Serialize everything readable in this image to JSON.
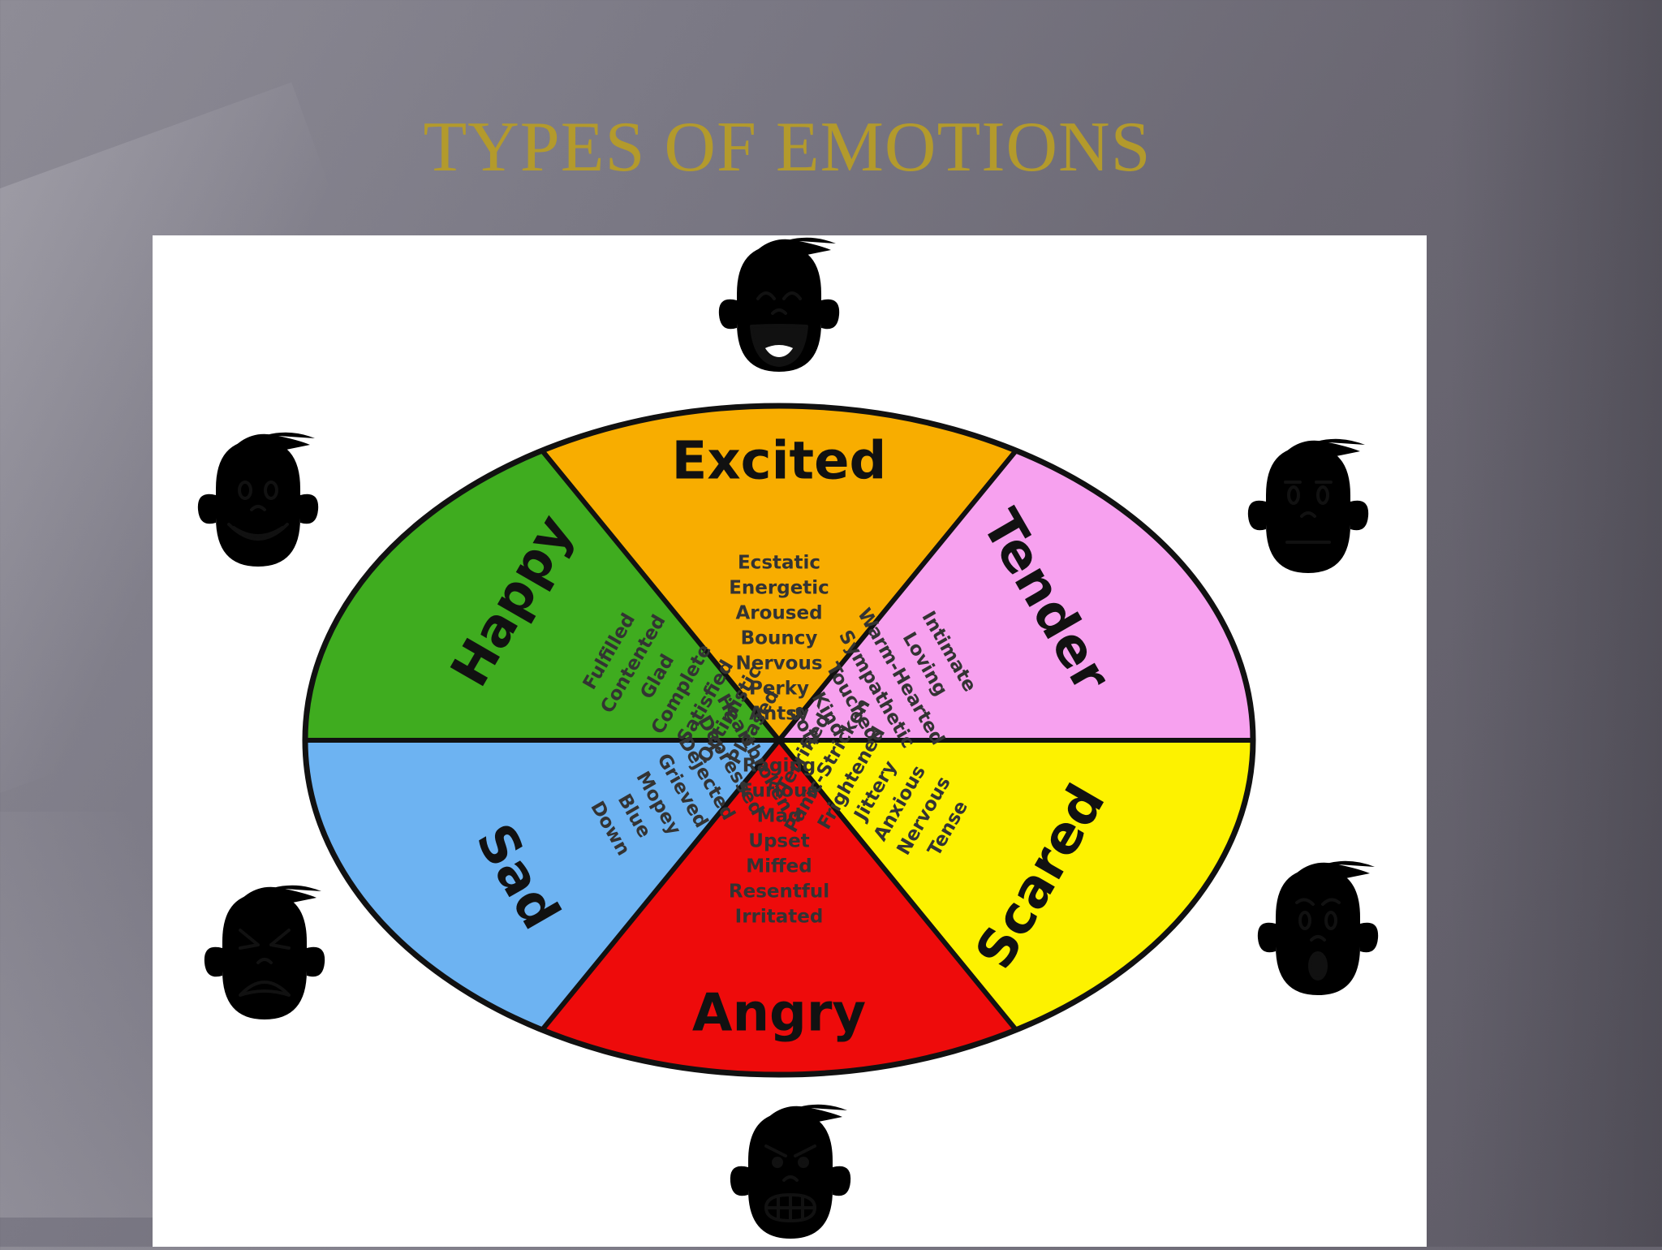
{
  "title": "TYPES OF EMOTIONS",
  "wheel": [
    {
      "name": "Excited",
      "color": "#f8ad00",
      "words": [
        "Ecstatic",
        "Energetic",
        "Aroused",
        "Bouncy",
        "Nervous",
        "Perky",
        "Antsy"
      ]
    },
    {
      "name": "Tender",
      "color": "#f7a1ef",
      "words": [
        "Intimate",
        "Loving",
        "Warm-Hearted",
        "Sympathetic",
        "Touched",
        "Kind",
        "Soft"
      ]
    },
    {
      "name": "Scared",
      "color": "#fdf200",
      "words": [
        "Tense",
        "Nervous",
        "Anxious",
        "Jittery",
        "Frightened",
        "Panic-Stricken",
        "Terrified"
      ]
    },
    {
      "name": "Angry",
      "color": "#ee0b0b",
      "words": [
        "Irritated",
        "Resentful",
        "Miffed",
        "Upset",
        "Mad",
        "Furious",
        "Raging"
      ]
    },
    {
      "name": "Sad",
      "color": "#6db3f2",
      "words": [
        "Down",
        "Blue",
        "Mopey",
        "Grieved",
        "Dejected",
        "Depressed",
        "Heartbroken"
      ]
    },
    {
      "name": "Happy",
      "color": "#3fac1f",
      "words": [
        "Fulfilled",
        "Contented",
        "Glad",
        "Complete",
        "Satisfied",
        "Optimistic",
        "Pleased"
      ]
    }
  ],
  "faces": [
    {
      "emotion": "Excited",
      "icon": "laughing-face-icon"
    },
    {
      "emotion": "Tender",
      "icon": "calm-face-icon"
    },
    {
      "emotion": "Scared",
      "icon": "scared-face-icon"
    },
    {
      "emotion": "Angry",
      "icon": "angry-face-icon"
    },
    {
      "emotion": "Sad",
      "icon": "crying-face-icon"
    },
    {
      "emotion": "Happy",
      "icon": "smiling-face-icon"
    }
  ]
}
